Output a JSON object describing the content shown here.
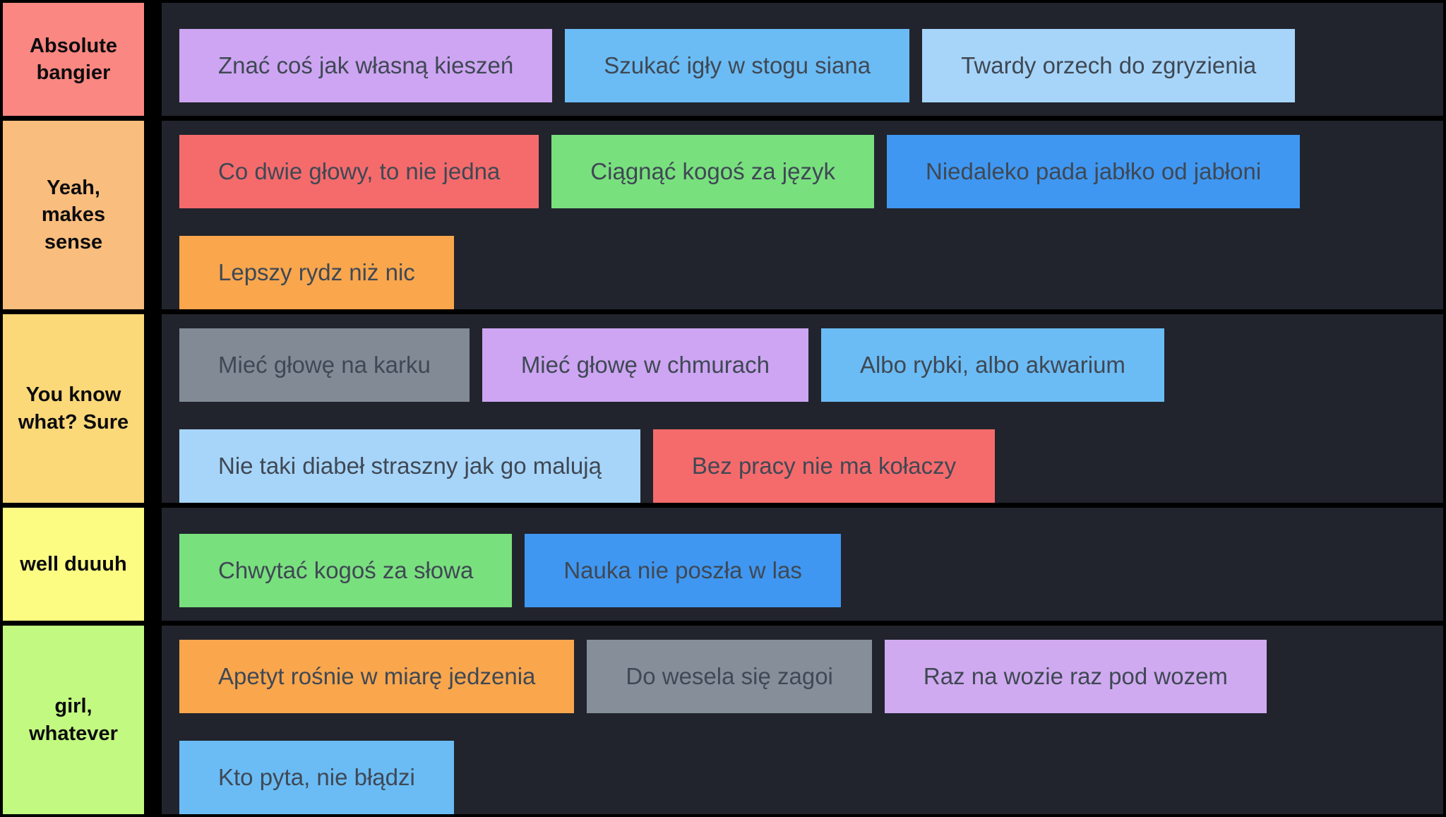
{
  "page": {
    "background": "#21242d",
    "border_color": "#000000",
    "card_text_color": "#3f4854",
    "label_text_color": "#0c0c0e"
  },
  "tiers": [
    {
      "label": "Absolute\nbangier",
      "label_bg": "#fa8781",
      "rows": [
        [
          {
            "text": "Znać coś jak własną kieszeń",
            "color": "#cda5f2"
          },
          {
            "text": "Szukać igły w stogu siana",
            "color": "#6bbcf5"
          },
          {
            "text": "Twardy orzech do zgryzienia",
            "color": "#a7d5f9"
          }
        ]
      ]
    },
    {
      "label": "Yeah,\nmakes\nsense",
      "label_bg": "#f9bd7d",
      "rows": [
        [
          {
            "text": "Co dwie głowy, to nie jedna",
            "color": "#f56b6c"
          },
          {
            "text": "Ciągnąć kogoś za język",
            "color": "#79e07e"
          },
          {
            "text": "Niedaleko pada jabłko od jabłoni",
            "color": "#3f97f1"
          }
        ],
        [
          {
            "text": "Lepszy rydz niż nic",
            "color": "#f9a64d"
          }
        ]
      ]
    },
    {
      "label": "You know\nwhat? Sure",
      "label_bg": "#fbd878",
      "rows": [
        [
          {
            "text": "Mieć głowę na karku",
            "color": "#828a95"
          },
          {
            "text": "Mieć głowę w chmurach",
            "color": "#cda5f2"
          },
          {
            "text": "Albo rybki, albo akwarium",
            "color": "#6bbcf5"
          }
        ],
        [
          {
            "text": "Nie taki diabeł straszny jak go malują",
            "color": "#a7d5f9"
          },
          {
            "text": "Bez pracy nie ma kołaczy",
            "color": "#f56b6c"
          }
        ]
      ]
    },
    {
      "label": "well duuuh",
      "label_bg": "#fcfc83",
      "rows": [
        [
          {
            "text": "Chwytać kogoś za słowa",
            "color": "#79e07e"
          },
          {
            "text": "Nauka nie poszła w las",
            "color": "#3f97f1"
          }
        ]
      ]
    },
    {
      "label": "girl,\nwhatever",
      "label_bg": "#c2f981",
      "rows": [
        [
          {
            "text": "Apetyt rośnie w miarę jedzenia",
            "color": "#f9a64d"
          },
          {
            "text": "Do wesela się zagoi",
            "color": "#868e99"
          },
          {
            "text": "Raz na wozie raz pod wozem",
            "color": "#d0aaf0"
          }
        ],
        [
          {
            "text": "Kto pyta, nie błądzi",
            "color": "#6bbcf5"
          }
        ]
      ]
    }
  ]
}
